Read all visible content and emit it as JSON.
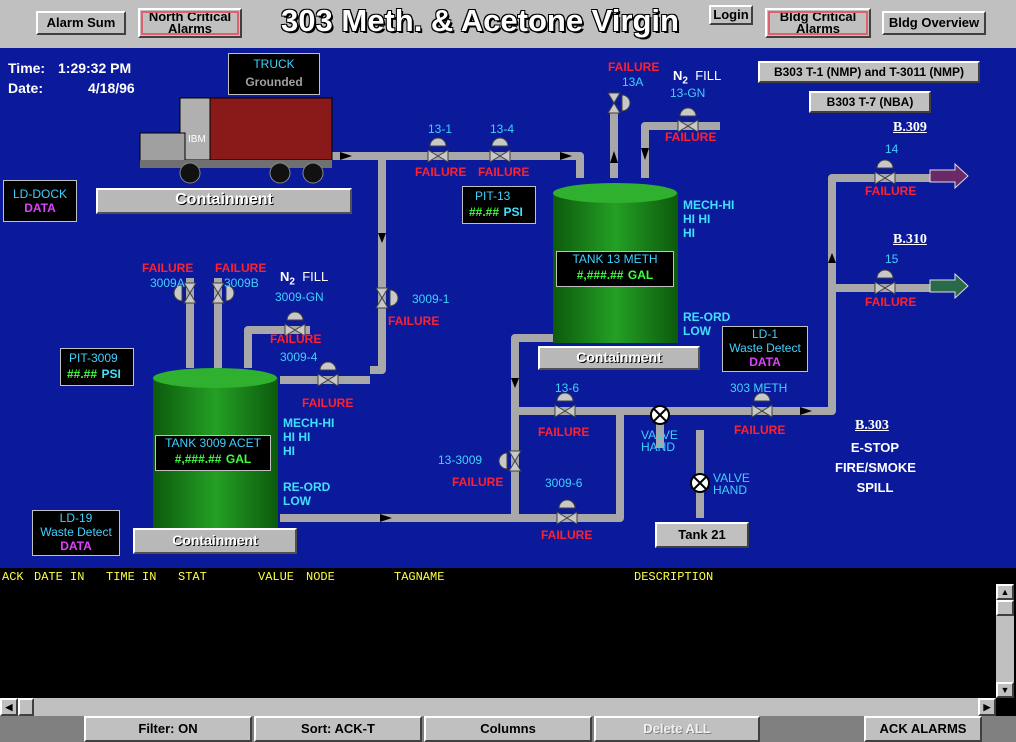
{
  "header": {
    "title": "303 Meth. & Acetone Virgin",
    "alarm_sum": "Alarm Sum",
    "north_critical": "North Critical Alarms",
    "login": "Login",
    "bldg_critical": "Bldg Critical Alarms",
    "bldg_overview": "Bldg Overview"
  },
  "clock": {
    "time_label": "Time:",
    "time": "1:29:32 PM",
    "date_label": "Date:",
    "date": "4/18/96"
  },
  "truck": {
    "title": "TRUCK",
    "status": "Grounded",
    "logo": "IBM"
  },
  "nav": {
    "b303_t1": "B303 T-1 (NMP) and T-3011 (NMP)",
    "b303_t7": "B303 T-7 (NBA)",
    "b309": "B.309",
    "b310": "B.310"
  },
  "containment": "Containment",
  "ld_dock": {
    "name": "LD-DOCK",
    "value": "DATA"
  },
  "ld19": {
    "name": "LD-19",
    "sub": "Waste Detect",
    "value": "DATA"
  },
  "ld1": {
    "name": "LD-1",
    "sub": "Waste Detect",
    "value": "DATA"
  },
  "pit13": {
    "name": "PIT-13",
    "value": "##.##",
    "unit": "PSI"
  },
  "pit3009": {
    "name": "PIT-3009",
    "value": "##.##",
    "unit": "PSI"
  },
  "tank13": {
    "name": "TANK 13 METH",
    "value": "#,###.##",
    "unit": "GAL",
    "levels_hi": [
      "MECH-HI",
      "HI HI",
      "HI"
    ],
    "reord": "RE-ORD",
    "low": "LOW"
  },
  "tank3009": {
    "name": "TANK 3009 ACET",
    "value": "#,###.##",
    "unit": "GAL",
    "levels_hi": [
      "MECH-HI",
      "HI HI",
      "HI"
    ],
    "reord": "RE-ORD",
    "low": "LOW"
  },
  "valves": {
    "v13_1": "13-1",
    "v13_4": "13-4",
    "v13A": "13A",
    "v13GN": "13-GN",
    "v14": "14",
    "v15": "15",
    "v3009A": "3009A",
    "v3009B": "3009B",
    "v3009GN": "3009-GN",
    "v3009_1": "3009-1",
    "v3009_4": "3009-4",
    "v13_6": "13-6",
    "v303": "303 METH",
    "v13_3009": "13-3009",
    "v3009_6": "3009-6"
  },
  "failure": "FAILURE",
  "n2fill": {
    "n": "N",
    "sub": "2",
    "fill": "FILL"
  },
  "valve_hand": [
    "VALVE",
    "HAND"
  ],
  "tank21": "Tank 21",
  "b303": {
    "title": "B.303",
    "lines": [
      "E-STOP",
      "FIRE/SMOKE",
      "SPILL"
    ]
  },
  "alarm_columns": [
    "ACK",
    "DATE IN",
    "TIME IN",
    "STAT",
    "VALUE",
    "NODE",
    "TAGNAME",
    "DESCRIPTION"
  ],
  "bottom": {
    "filter": "Filter: ON",
    "sort": "Sort: ACK-T",
    "columns": "Columns",
    "delete_all": "Delete ALL",
    "ack": "ACK ALARMS"
  },
  "colors": {
    "bg": "#0b1a9a",
    "failure": "#ff2030",
    "label": "#40d0ff",
    "tank": "#1e8a1e",
    "alarm_header": "#ffff40"
  }
}
